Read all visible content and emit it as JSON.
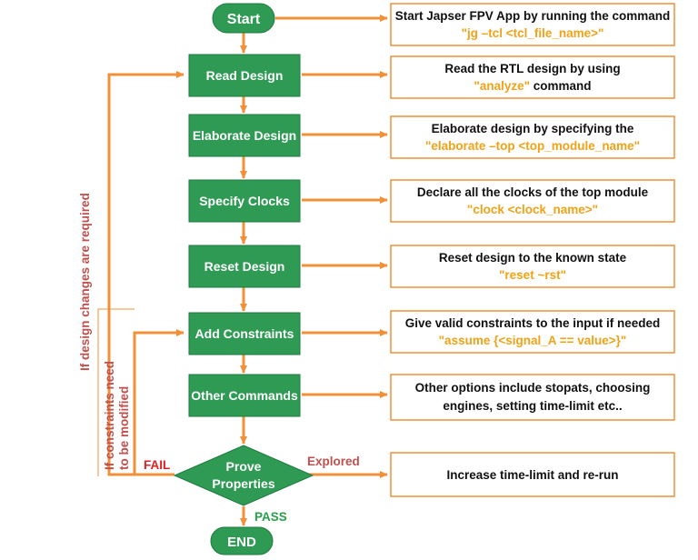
{
  "colors": {
    "node_fill": "#2e9a54",
    "arrow": "#f0913a",
    "note_border": "#f0913a",
    "command_text": "#f2a216",
    "fail": "#e02020",
    "explored": "#c0504d",
    "pass": "#27a048",
    "side_text": "#c0504d"
  },
  "nodes": {
    "start": "Start",
    "read": "Read Design",
    "elaborate": "Elaborate Design",
    "clocks": "Specify Clocks",
    "reset": "Reset Design",
    "constraints": "Add Constraints",
    "other": "Other Commands",
    "prove_line1": "Prove",
    "prove_line2": "Properties",
    "end": "END"
  },
  "notes": {
    "start": {
      "line1": "Start Japser FPV App by running the command",
      "line2": "\"jg –tcl <tcl_file_name>\""
    },
    "read": {
      "line1": "Read the RTL design by using",
      "line2a": "\"analyze\"",
      "line2b": " command"
    },
    "elaborate": {
      "line1": "Elaborate design by specifying the",
      "line2": "\"elaborate –top <top_module_name\""
    },
    "clocks": {
      "line1": "Declare all the clocks of the top module",
      "line2": "\"clock <clock_name>\""
    },
    "reset": {
      "line1": "Reset design to the known state",
      "line2": "\"reset ~rst\""
    },
    "constraints": {
      "line1": "Give valid constraints to the input if needed",
      "line2": "\"assume {<signal_A == value>}\""
    },
    "other": {
      "line1": "Other options include stopats, choosing",
      "line2": "engines, setting time-limit etc.."
    },
    "prove": {
      "line1": "Increase time-limit and re-run"
    }
  },
  "labels": {
    "fail": "FAIL",
    "explored": "Explored",
    "pass": "PASS",
    "design_loop": "If design changes are required",
    "constraints_loop_line1": "If constraints need",
    "constraints_loop_line2": "to be modified"
  }
}
